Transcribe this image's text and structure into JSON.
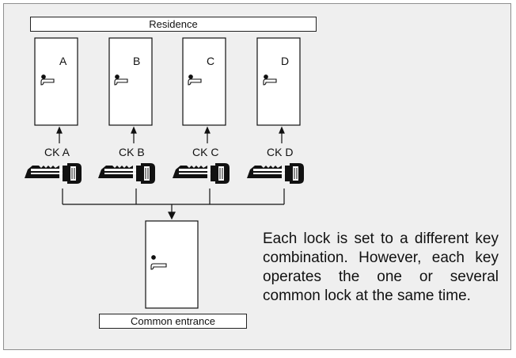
{
  "residence_label": "Residence",
  "doors": [
    {
      "letter": "A",
      "key_label": "CK  A"
    },
    {
      "letter": "B",
      "key_label": "CK  B"
    },
    {
      "letter": "C",
      "key_label": "CK  C"
    },
    {
      "letter": "D",
      "key_label": "CK  D"
    }
  ],
  "common_entrance_label": "Common entrance",
  "caption": "Each lock is set to a different key combination. However, each key operates the one or several common lock at the same time."
}
